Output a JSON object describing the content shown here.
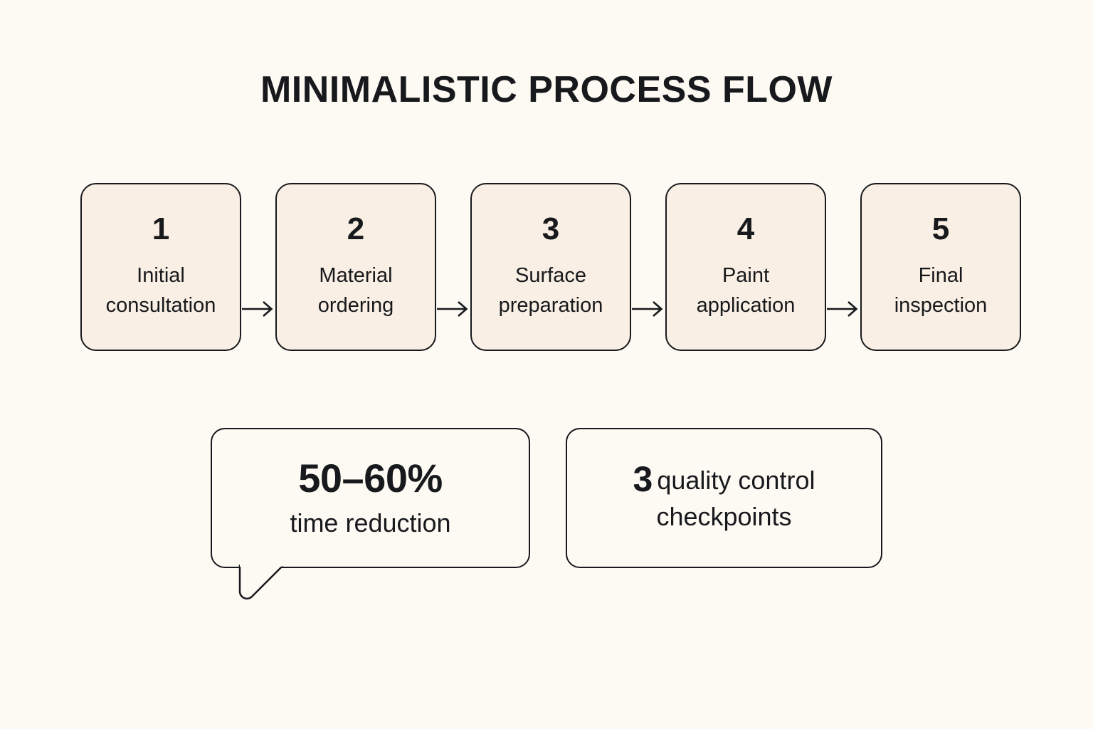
{
  "page": {
    "title": "MINIMALISTIC PROCESS FLOW",
    "background_color": "#FDFAF4",
    "ink_color": "#17191C",
    "box_fill_color": "#FAEFE4",
    "bubble_fill_color": "#FDFAF4"
  },
  "process": {
    "steps": [
      {
        "number": "1",
        "label": "Initial\nconsultation"
      },
      {
        "number": "2",
        "label": "Material\nordering"
      },
      {
        "number": "3",
        "label": "Surface\npreparation"
      },
      {
        "number": "4",
        "label": "Paint\napplication"
      },
      {
        "number": "5",
        "label": "Final\ninspection"
      }
    ],
    "connector_icon": "arrow-right-icon"
  },
  "callouts": {
    "time_reduction": {
      "value": "50–60%",
      "caption": "time reduction",
      "has_tail": true
    },
    "quality_checkpoints": {
      "value": "3",
      "caption": "quality control",
      "caption_line2": "checkpoints",
      "has_tail": false
    }
  }
}
